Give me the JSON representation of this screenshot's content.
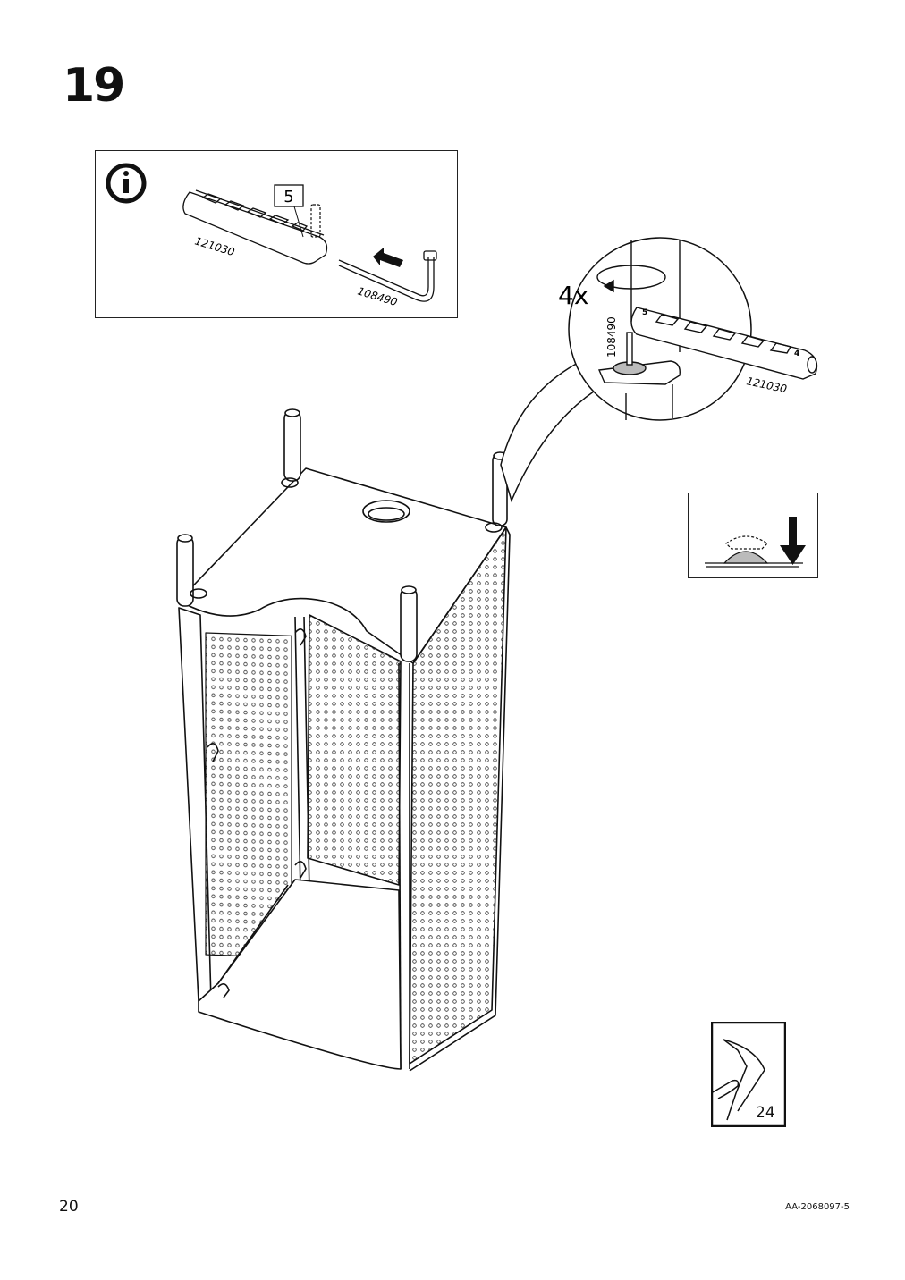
{
  "step": {
    "number": "19"
  },
  "info_panel": {
    "part_label_5": "5",
    "part_rail": "121030",
    "part_key": "108490"
  },
  "detail_callout": {
    "repeat": "4x",
    "part_key": "108490",
    "part_rail": "121030",
    "rail_marks": {
      "left": "5",
      "right": "4"
    }
  },
  "page_reference": {
    "target_page": "24"
  },
  "footer": {
    "page_number": "20",
    "doc_code": "AA-2068097-5"
  }
}
